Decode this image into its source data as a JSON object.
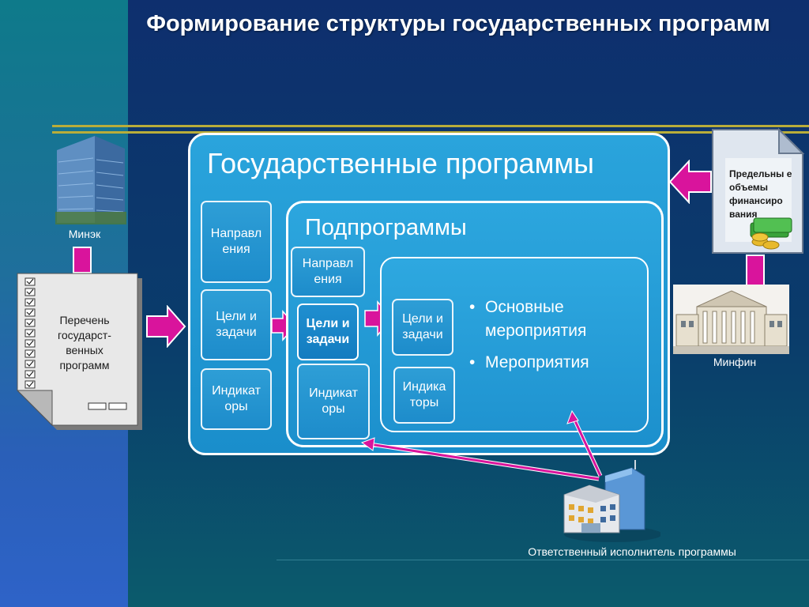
{
  "title": "Формирование структуры государственных программ",
  "outer": {
    "title": "Государственные программы"
  },
  "middle": {
    "title": "Подпрограммы"
  },
  "gp_cards": {
    "directions": "Направл ения",
    "goals": "Цели и задачи",
    "indicators": "Индикат оры"
  },
  "sp_cards": {
    "directions": "Направл ения",
    "goals": "Цели и задачи",
    "indicators": "Индикат оры"
  },
  "inner_cards": {
    "goals": "Цели и задачи",
    "indicators": "Индика торы"
  },
  "bullets": [
    "Основные мероприятия",
    "Мероприятия"
  ],
  "labels": {
    "minek": "Минэк",
    "minfin": "Минфин",
    "responsible": "Ответственный исполнитель программы"
  },
  "doc": {
    "text": "Перечень государст-венных программ"
  },
  "limit_doc": {
    "text": "Предельны е объемы финансиро вания"
  },
  "colors": {
    "arrow": "#d9149c",
    "rule": "#b9ad3a",
    "box": "#1a8ecb"
  }
}
